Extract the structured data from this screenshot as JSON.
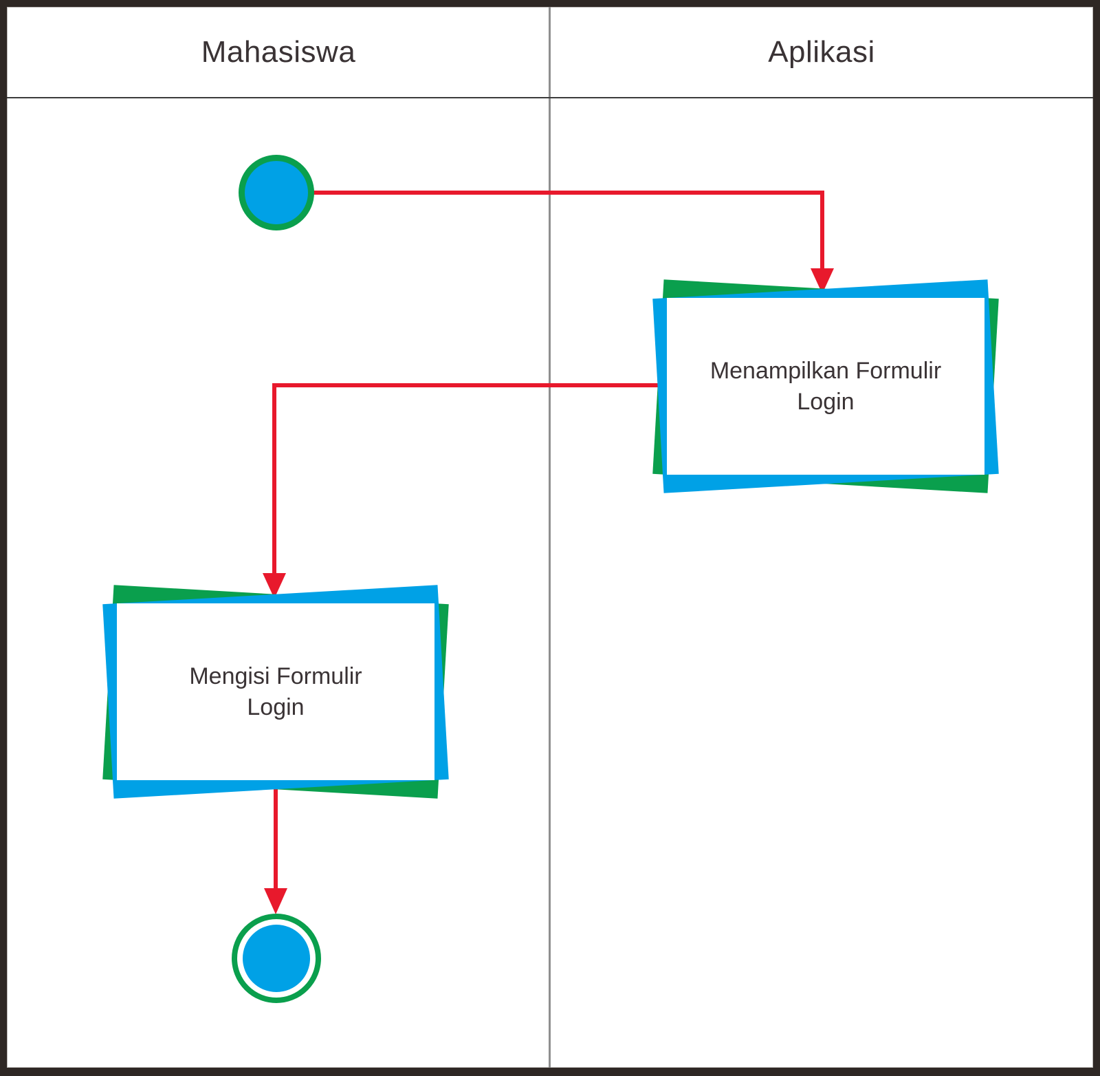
{
  "lanes": {
    "left_title": "Mahasiswa",
    "right_title": "Aplikasi"
  },
  "flow": {
    "start_node": "start",
    "activities": [
      {
        "label": "Menampilkan Formulir\nLogin",
        "lane": "Aplikasi"
      },
      {
        "label": "Mengisi Formulir\nLogin",
        "lane": "Mahasiswa"
      }
    ],
    "end_node": "end"
  },
  "colors": {
    "accent_blue": "#00A1E6",
    "accent_green": "#0A9F4D",
    "arrow_red": "#E8192C",
    "frame_dark": "#2E2724",
    "text_dark": "#3A3335",
    "divider_gray": "#8F8F8F"
  }
}
